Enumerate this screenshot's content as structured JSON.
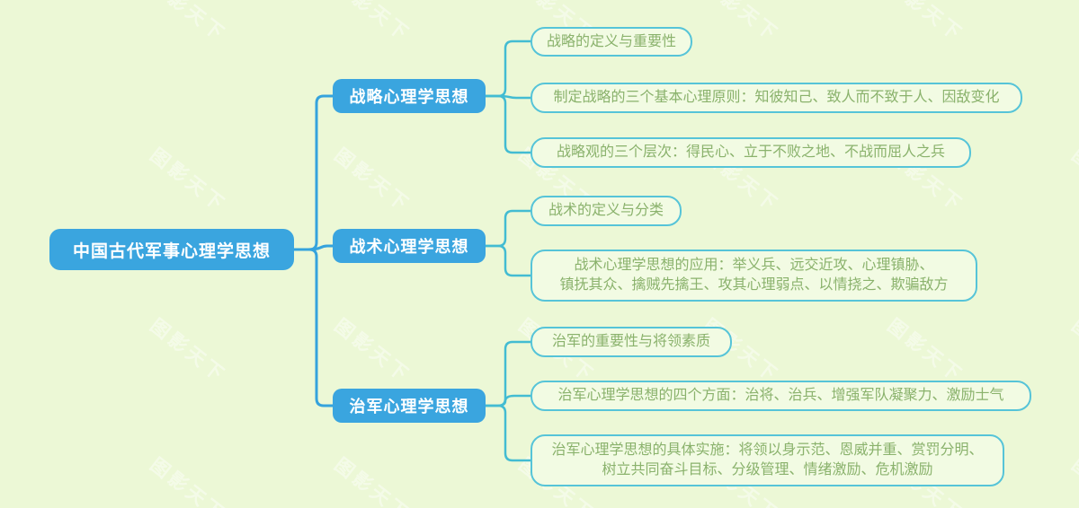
{
  "canvas": {
    "background_color": "#ecf8d6",
    "watermark_text": "图影天下"
  },
  "colors": {
    "node_fill_blue": "#3aa5df",
    "node_text_white": "#ffffff",
    "leaf_border_cyan": "#56c4d8",
    "leaf_text_green": "#8ab26c",
    "connector_root_blue": "#35a3dd",
    "connector_leaf_cyan": "#43bcd2"
  },
  "root": {
    "label": "中国古代军事心理学思想"
  },
  "branches": [
    {
      "label": "战略心理学思想",
      "children": [
        {
          "label": "战略的定义与重要性"
        },
        {
          "label": "制定战略的三个基本心理原则：知彼知己、致人而不致于人、因敌变化"
        },
        {
          "label": "战略观的三个层次：得民心、立于不败之地、不战而屈人之兵"
        }
      ]
    },
    {
      "label": "战术心理学思想",
      "children": [
        {
          "label": "战术的定义与分类"
        },
        {
          "label": "战术心理学思想的应用：举义兵、远交近攻、心理镇胁、\n镇抚其众、擒贼先擒王、攻其心理弱点、以情挠之、欺骗敌方"
        }
      ]
    },
    {
      "label": "治军心理学思想",
      "children": [
        {
          "label": "治军的重要性与将领素质"
        },
        {
          "label": "治军心理学思想的四个方面：治将、治兵、增强军队凝聚力、激励士气"
        },
        {
          "label": "治军心理学思想的具体实施：将领以身示范、恩威并重、赏罚分明、\n树立共同奋斗目标、分级管理、情绪激励、危机激励"
        }
      ]
    }
  ]
}
